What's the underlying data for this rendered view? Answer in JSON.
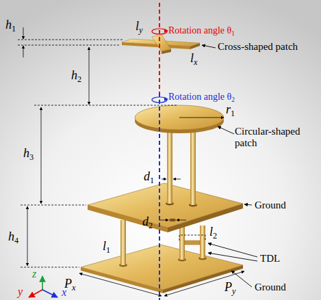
{
  "diagram": {
    "labels": [
      "Rotation angle θ1",
      "h1",
      "ly",
      "lx",
      "Cross-shaped patch",
      "h2",
      "Rotation angle θ2",
      "r1",
      "Circular-shaped patch",
      "h3",
      "d1",
      "Ground",
      "d2",
      "h4",
      "l1",
      "l2",
      "TDL",
      "Px",
      "Py",
      "Ground",
      "z",
      "y",
      "x"
    ]
  }
}
